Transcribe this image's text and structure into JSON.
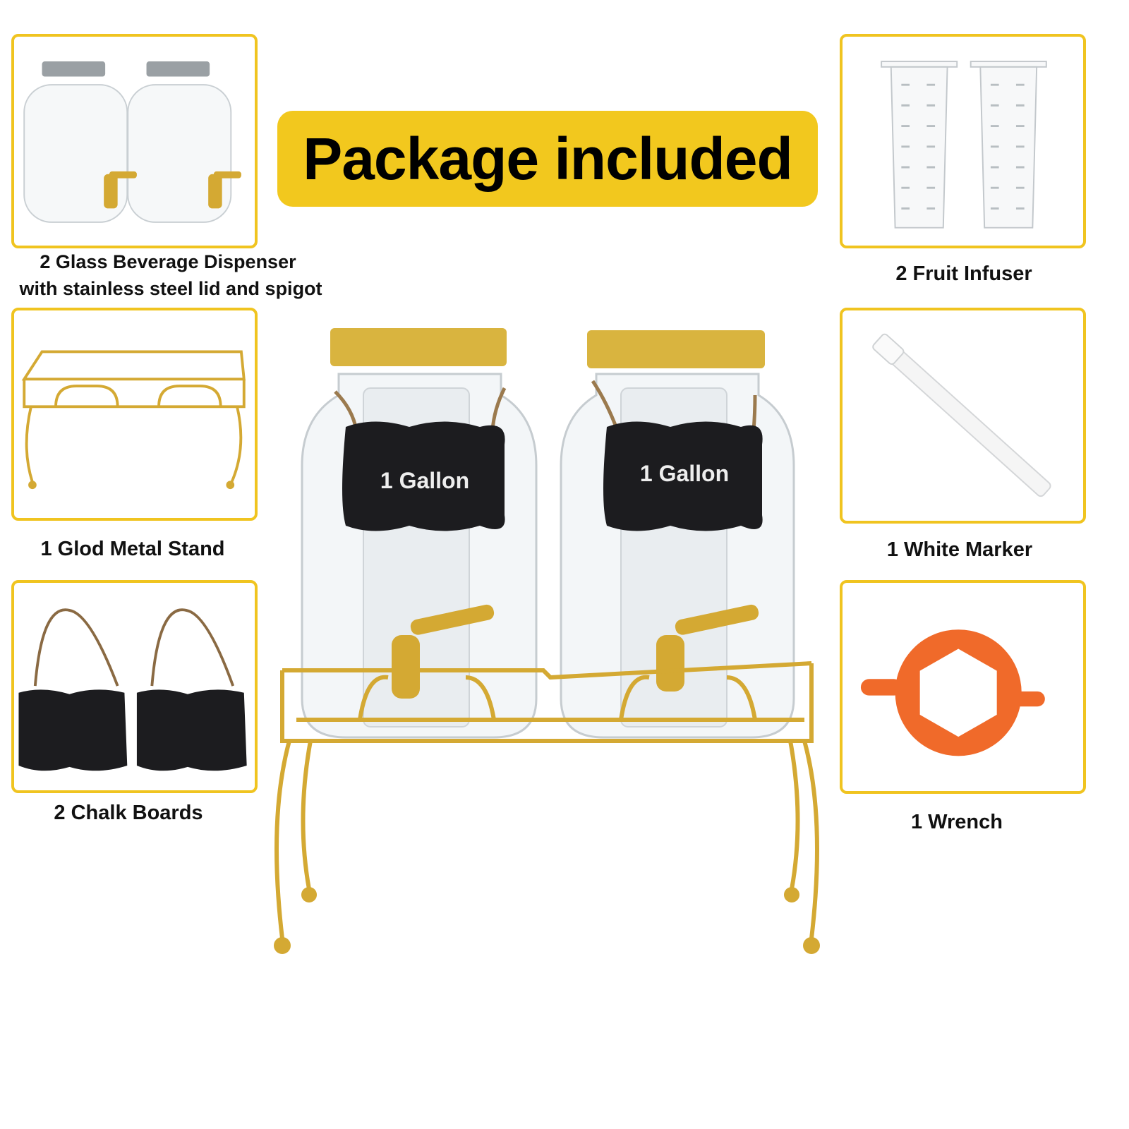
{
  "banner": {
    "title": "Package included"
  },
  "items": [
    {
      "label_line1": "2 Glass Beverage Dispenser",
      "label_line2": "with stainless steel lid and spigot",
      "icon": "glass-dispenser"
    },
    {
      "label": "1 Glod Metal Stand",
      "icon": "metal-stand"
    },
    {
      "label": "2 Chalk  Boards",
      "icon": "chalk-board"
    },
    {
      "label": "2 Fruit Infuser",
      "icon": "fruit-infuser"
    },
    {
      "label": "1 White Marker",
      "icon": "white-marker"
    },
    {
      "label": "1 Wrench",
      "icon": "wrench"
    }
  ],
  "hero": {
    "jar_labels": [
      "1 Gallon",
      "1 Gallon"
    ]
  },
  "colors": {
    "accent": "#f2c81e",
    "border": "#f0c420",
    "gold": "#d4a933",
    "chalk": "#1c1c1f",
    "wrench": "#f06a2a"
  }
}
